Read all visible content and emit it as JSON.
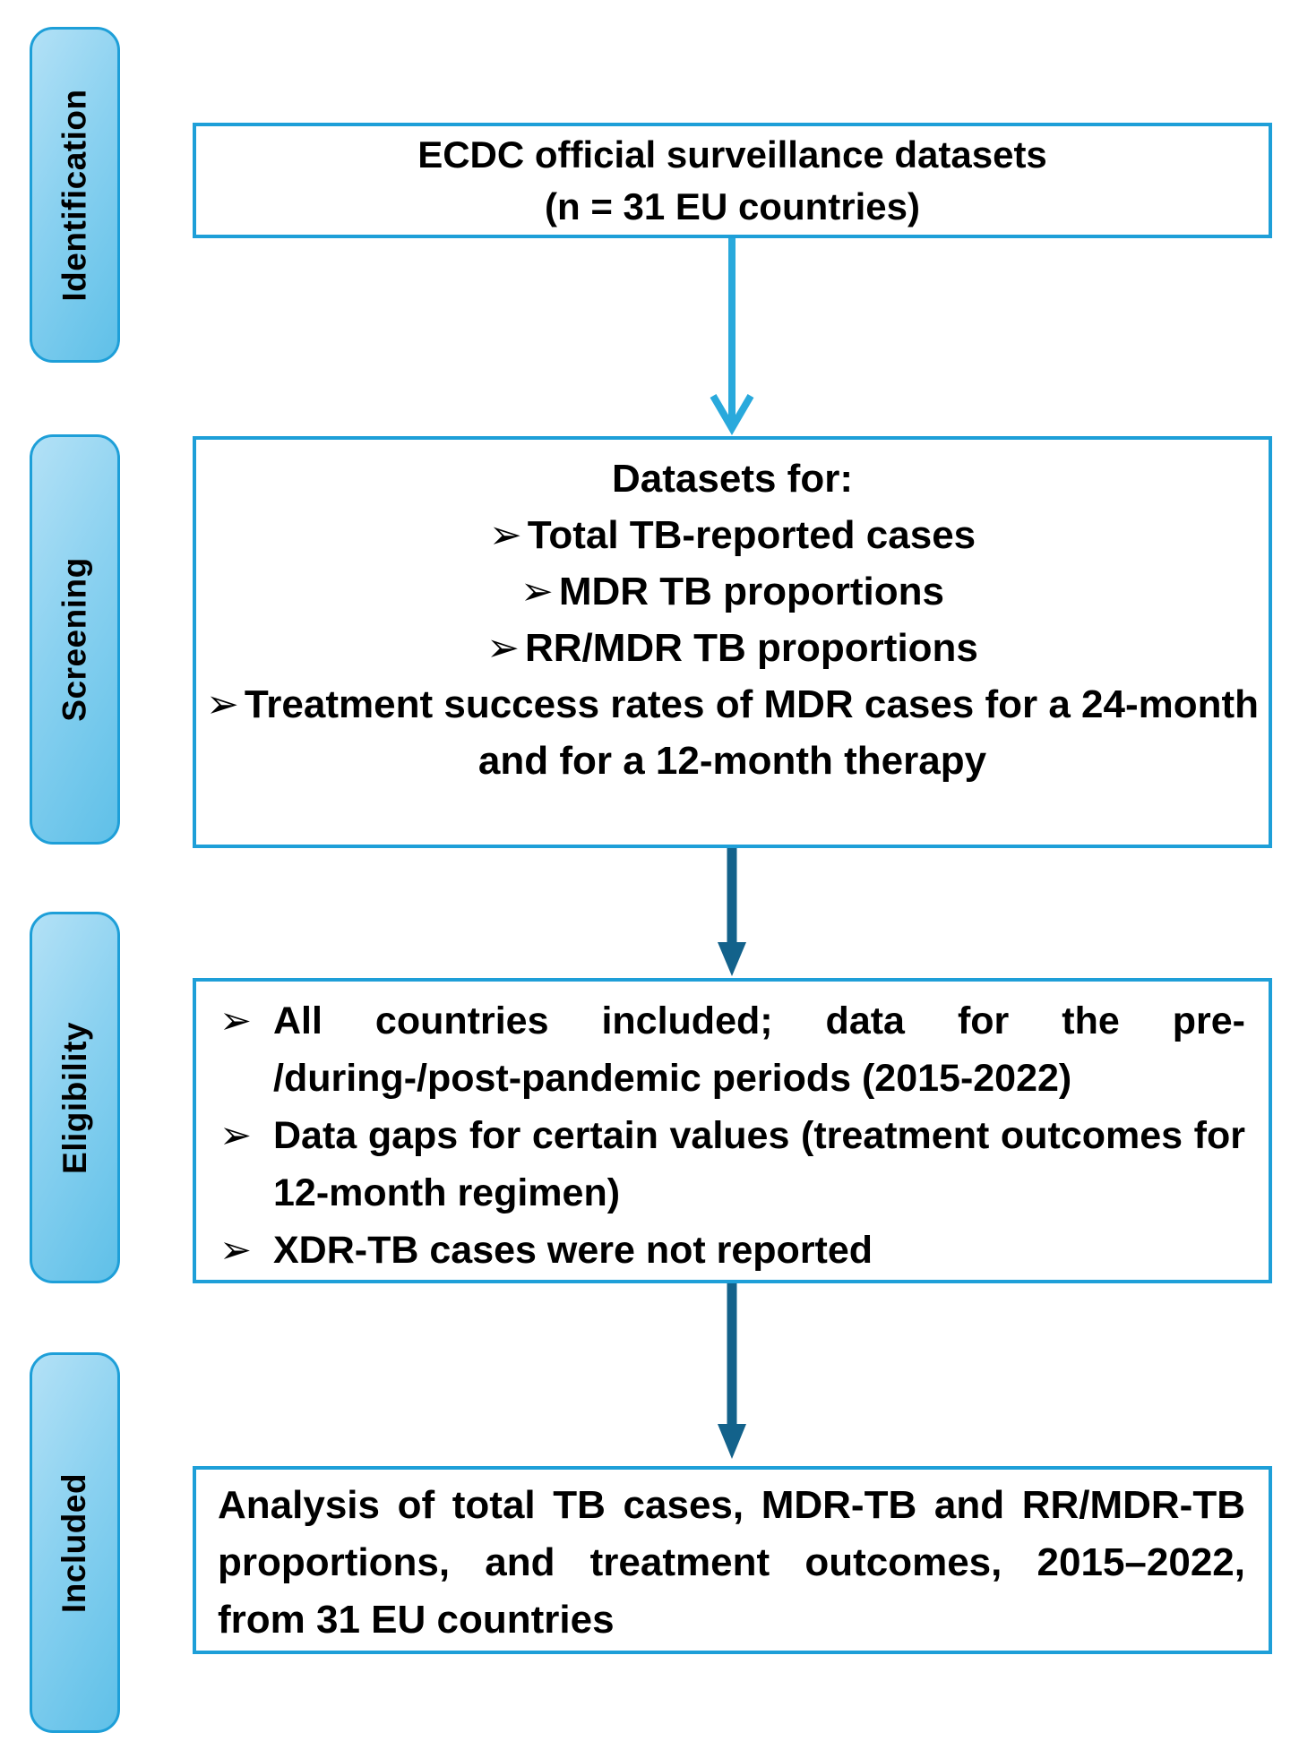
{
  "stages": [
    {
      "label": "Identification"
    },
    {
      "label": "Screening"
    },
    {
      "label": "Eligibility"
    },
    {
      "label": "Included"
    }
  ],
  "boxes": {
    "identification": {
      "line1": "ECDC official surveillance datasets",
      "line2": "(n = 31 EU countries)"
    },
    "screening": {
      "title": "Datasets for:",
      "bullet_char": "➢",
      "items": [
        "Total TB-reported cases",
        "MDR TB proportions",
        "RR/MDR TB proportions",
        "Treatment success rates of MDR cases for a 24-month and for a 12-month therapy"
      ]
    },
    "eligibility": {
      "bullet_char": "➢",
      "items": [
        "All countries included; data for the pre- /during-/post-pandemic periods (2015-2022)",
        "Data gaps for certain values (treatment outcomes for 12-month regimen)",
        "XDR-TB cases were not reported"
      ]
    },
    "included": {
      "text": "Analysis of total TB cases, MDR-TB and RR/MDR-TB proportions, and treatment outcomes, 2015–2022, from 31 EU countries"
    }
  },
  "colors": {
    "box_border": "#1e9fd8",
    "arrow_light": "#29a9dc",
    "arrow_dark": "#13628b",
    "stage_fill_light": "#b3e1f6",
    "stage_fill_dark": "#5fc0e8",
    "stage_border": "#1e9fd8",
    "text": "#000000"
  }
}
